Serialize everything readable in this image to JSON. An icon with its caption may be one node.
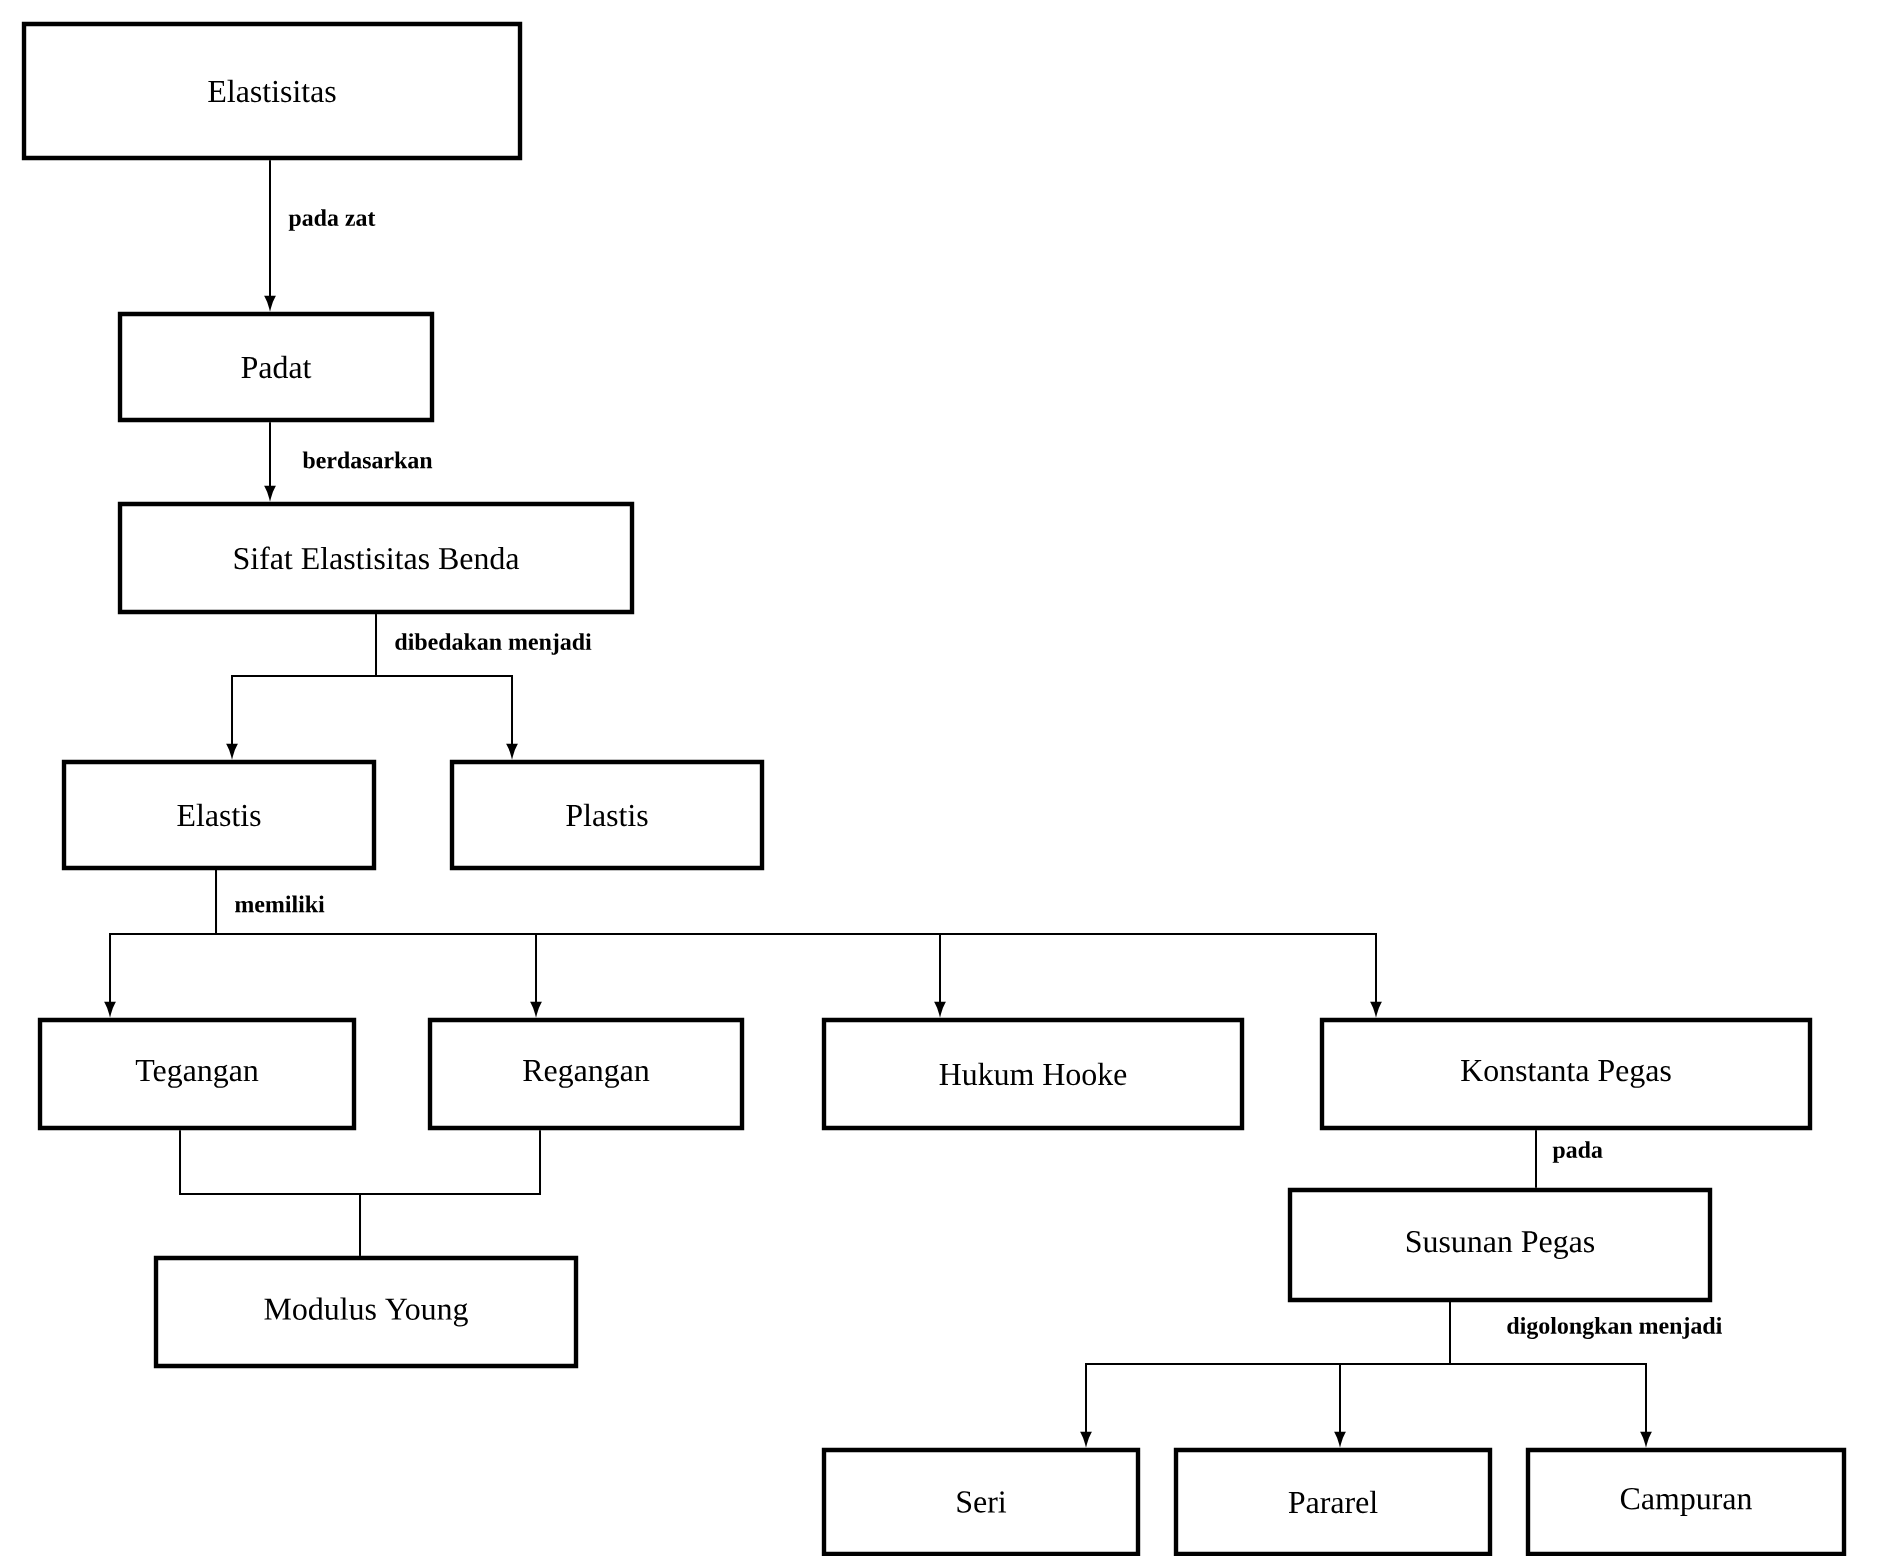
{
  "diagram": {
    "nodes": [
      {
        "text": [
          "Elastisitas"
        ]
      },
      {
        "text": [
          "Padat"
        ]
      },
      {
        "text": [
          "Sifat Elastisitas Benda"
        ]
      },
      {
        "text": [
          "Elastis"
        ]
      },
      {
        "text": [
          "Plastis"
        ]
      },
      {
        "text": [
          "Tegangan"
        ]
      },
      {
        "text": [
          "Regangan"
        ]
      },
      {
        "text": [
          "Hukum Hooke"
        ]
      },
      {
        "text": [
          "Konstanta Pegas"
        ]
      },
      {
        "text": [
          "Modulus Young"
        ]
      },
      {
        "text": [
          "Susunan Pegas"
        ]
      },
      {
        "text": [
          "Seri"
        ]
      },
      {
        "text": [
          "Pararel"
        ]
      },
      {
        "text": [
          "Campuran"
        ]
      }
    ],
    "edges": [
      {
        "from": 0,
        "to": 1,
        "arrow": "to",
        "label": "pada zat"
      },
      {
        "from": 1,
        "to": 2,
        "arrow": "to",
        "label": "berdasarkan"
      },
      {
        "from": 2,
        "to": 3,
        "arrow": "to",
        "label": "dibedakan menjadi"
      },
      {
        "from": 2,
        "to": 4,
        "arrow": "to"
      },
      {
        "from": 3,
        "to": 5,
        "arrow": "to",
        "label": "memiliki"
      },
      {
        "from": 3,
        "to": 6,
        "arrow": "to"
      },
      {
        "from": 3,
        "to": 7,
        "arrow": "to"
      },
      {
        "from": 3,
        "to": 8,
        "arrow": "to"
      },
      {
        "from": 5,
        "to": 9,
        "arrow": "none"
      },
      {
        "from": 6,
        "to": 9,
        "arrow": "none"
      },
      {
        "from": 8,
        "to": 10,
        "arrow": "none",
        "label": "pada"
      },
      {
        "from": 10,
        "to": 11,
        "arrow": "to",
        "label": "digolongkan menjadi"
      },
      {
        "from": 10,
        "to": 12,
        "arrow": "to"
      },
      {
        "from": 10,
        "to": 13,
        "arrow": "to"
      }
    ]
  }
}
